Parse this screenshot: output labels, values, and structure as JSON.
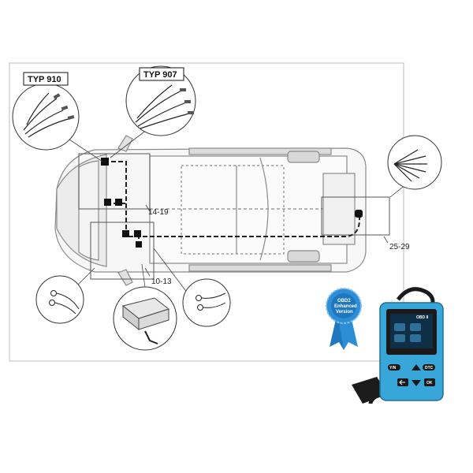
{
  "callouts": {
    "typ_910": "TYP 910",
    "typ_907": "TYP 907"
  },
  "connector_groups": {
    "front": "14-19",
    "dash": "10-13",
    "rear": "25-29"
  },
  "scanner": {
    "badge": {
      "line1": "OBD2",
      "line2": "Enhanced",
      "line3": "Version"
    },
    "model": "OBD II",
    "buttons": {
      "y_n": "Y/N",
      "dtc": "DTC",
      "ok": "OK"
    }
  },
  "colors": {
    "scanner_body": "#39a6d9",
    "badge": "#2d8ed6",
    "wiring": "#222222"
  }
}
